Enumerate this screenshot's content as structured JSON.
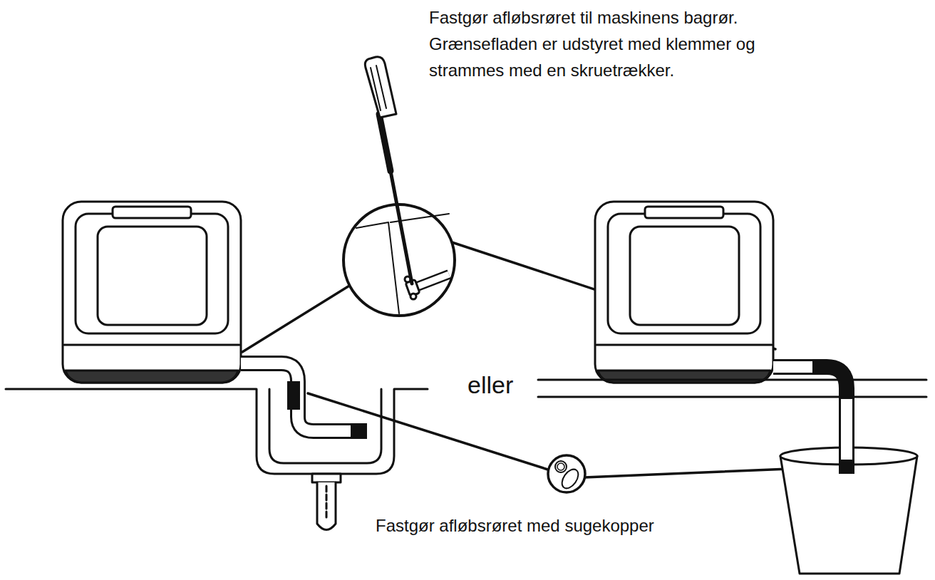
{
  "diagram": {
    "labels": [
      "Fastgør afløbsrøret til maskinens bagrør. Grænsefladen er udstyret med klemmer og strammes med en skruetrækker.",
      "eller",
      "Fastgør afløbsrøret med sugekopper"
    ]
  }
}
